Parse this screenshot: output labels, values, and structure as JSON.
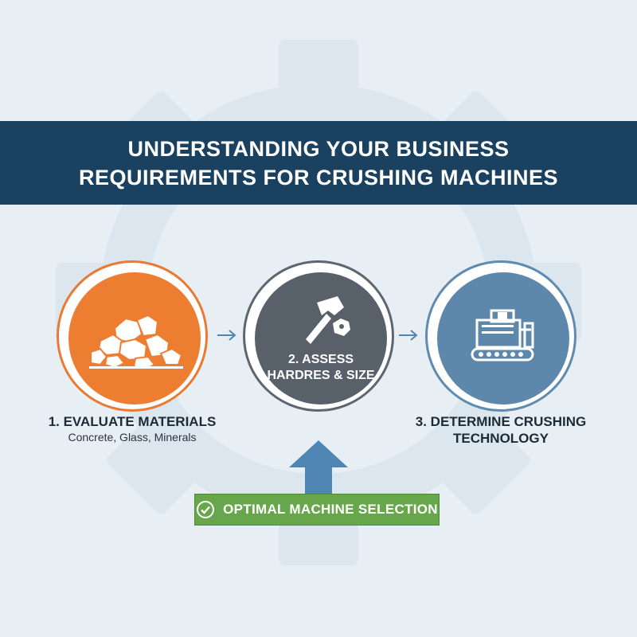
{
  "title": "UNDERSTANDING YOUR BUSINESS REQUIREMENTS FOR CRUSHING MACHINES",
  "colors": {
    "banner": "#1b4160",
    "step1": "#ed7d31",
    "step2": "#58606a",
    "step3": "#5e88ab",
    "result": "#67a64b",
    "arrow": "#4f86b3"
  },
  "steps": [
    {
      "icon": "rocks-pile-icon",
      "caption_title": "1. EVALUATE MATERIALS",
      "caption_sub": "Concrete, Glass, Minerals"
    },
    {
      "icon": "hammer-and-rock-icon",
      "inner_label_line1": "2. ASSESS",
      "inner_label_line2": "HARDRES & SIZE"
    },
    {
      "icon": "crusher-machine-icon",
      "caption_title_line1": "3. DETERMINE CRUSHING",
      "caption_title_line2": "TECHNOLOGY"
    }
  ],
  "result": {
    "icon": "check-circle-icon",
    "label": "OPTIMAL MACHINE SELECTION"
  }
}
